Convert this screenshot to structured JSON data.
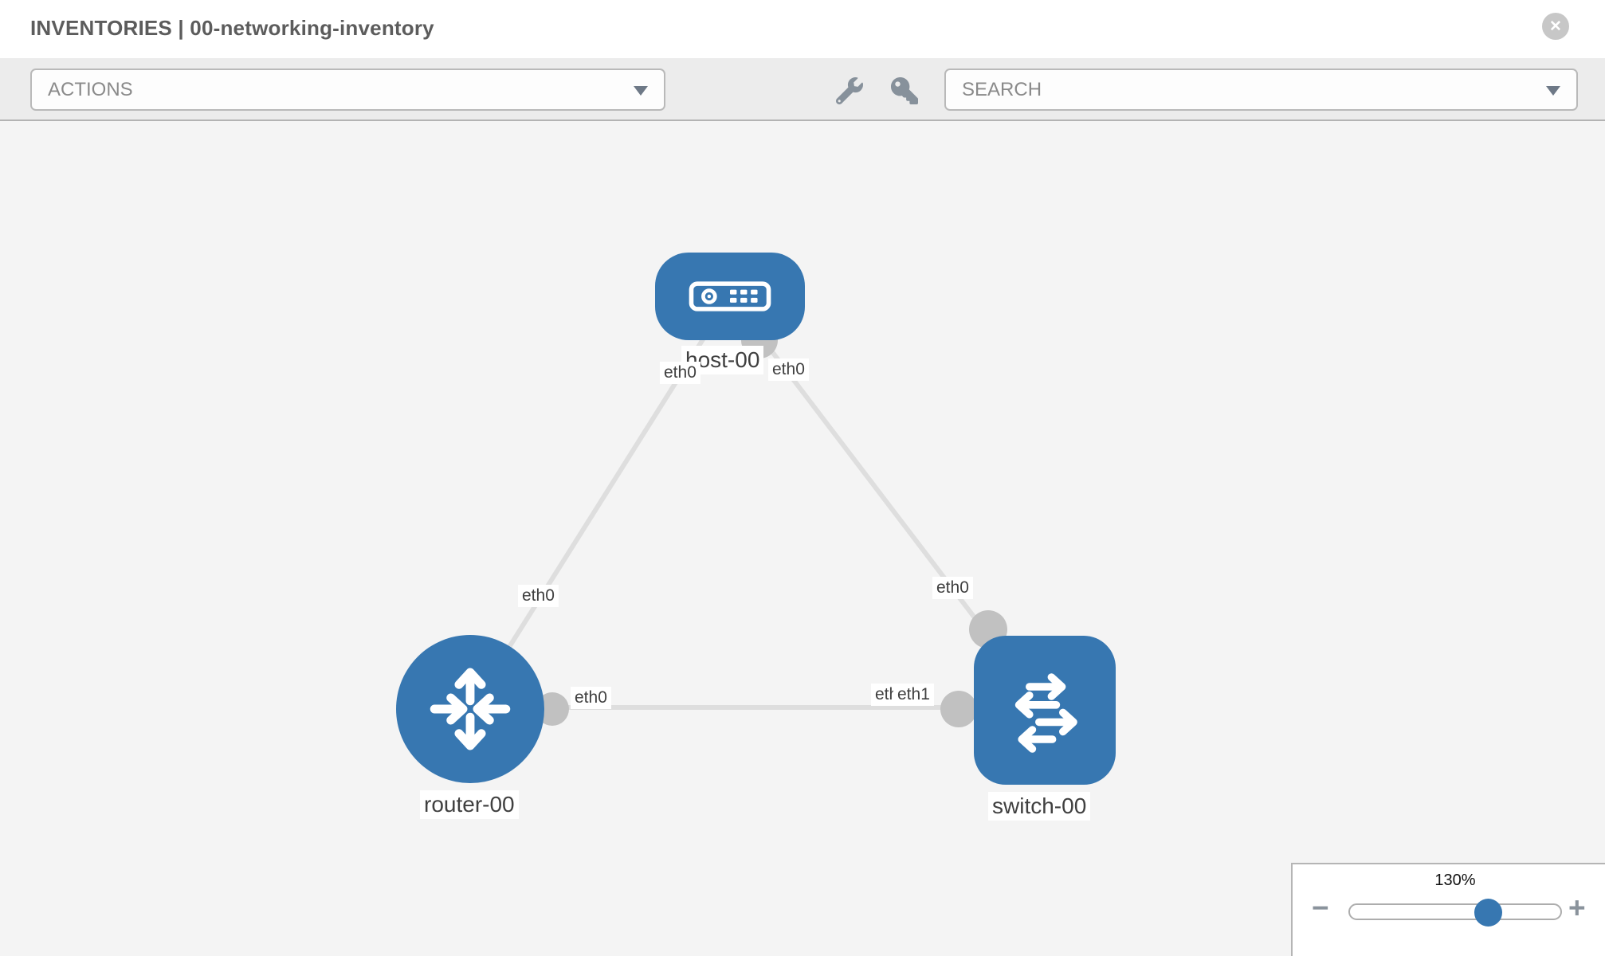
{
  "header": {
    "title": "INVENTORIES | 00-networking-inventory",
    "close_glyph": "✕"
  },
  "toolbar": {
    "actions_label": "ACTIONS",
    "search_label": "SEARCH",
    "icons": [
      "wrench",
      "key"
    ]
  },
  "topology": {
    "nodes": [
      {
        "label": "host-00",
        "type": "host"
      },
      {
        "label": "router-00",
        "type": "router"
      },
      {
        "label": "switch-00",
        "type": "switch"
      }
    ],
    "links": [
      {
        "from": "host-00",
        "from_interface": "eth0",
        "to": "router-00",
        "to_interface": "eth0"
      },
      {
        "from": "host-00",
        "from_interface": "eth0",
        "to": "switch-00",
        "to_interface": "eth0"
      },
      {
        "from": "router-00",
        "from_interface": "eth0",
        "to": "switch-00",
        "to_interface": "eth1"
      }
    ],
    "overlapped_interface": "eth0"
  },
  "zoom_control": {
    "level": "130%",
    "minus_label": "−",
    "plus_label": "+"
  },
  "colors": {
    "node_blue": "#3777b1",
    "link_gray": "#dedede",
    "port_gray": "#c1c1c1",
    "toolbar_bg": "#ececec",
    "canvas_bg": "#f4f4f4"
  }
}
